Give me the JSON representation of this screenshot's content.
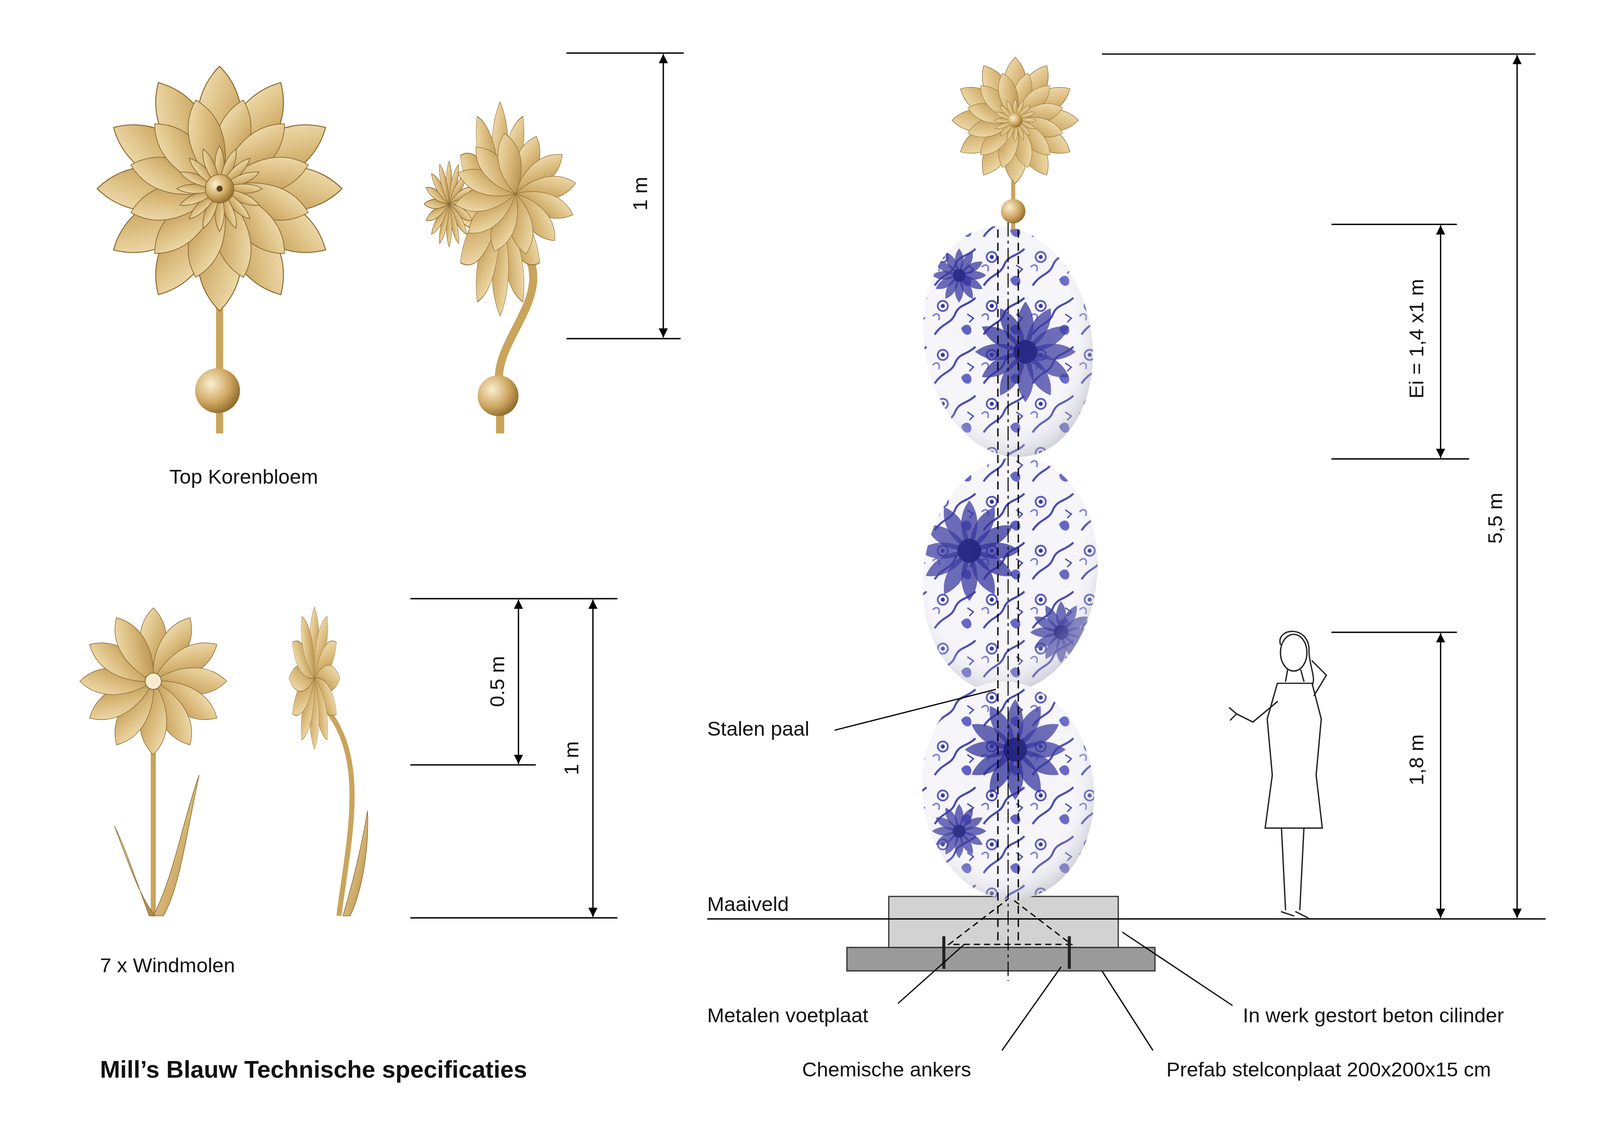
{
  "diagram": {
    "title": "Mill’s Blauw Technische specificaties",
    "labels": [
      "Top Korenbloem",
      "1 m",
      "7 x Windmolen",
      "0.5 m",
      "1 m",
      "Ei = 1,4 x1 m",
      "5,5 m",
      "1,8 m",
      "Stalen paal",
      "Maaiveld",
      "Metalen voetplaat",
      "Chemische ankers",
      "In werk gestort beton cilinder",
      "Prefab stelconplaat 200x200x15 cm"
    ]
  }
}
